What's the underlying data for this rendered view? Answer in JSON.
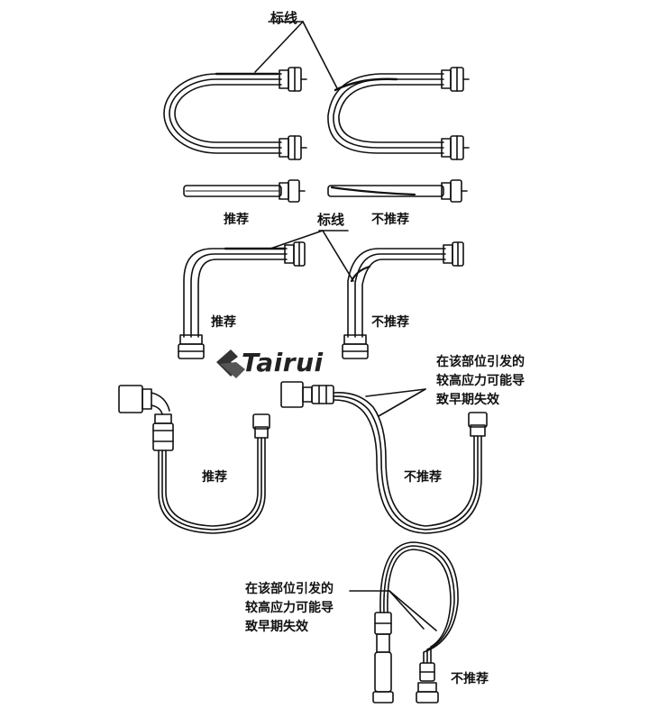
{
  "labels": {
    "mark_line_top": "标线",
    "recommended_1": "推荐",
    "mark_line_mid": "标线",
    "not_recommended_1": "不推荐",
    "recommended_2": "推荐",
    "not_recommended_2": "不推荐",
    "recommended_3": "推荐",
    "not_recommended_3": "不推荐",
    "not_recommended_4": "不推荐"
  },
  "notes": {
    "stress_note_right": [
      "在该部位引发的",
      "较高应力可能导",
      "致早期失效"
    ],
    "stress_note_left": [
      "在该部位引发的",
      "较高应力可能导",
      "致早期失效"
    ]
  },
  "logo": {
    "text": "Tairui"
  }
}
